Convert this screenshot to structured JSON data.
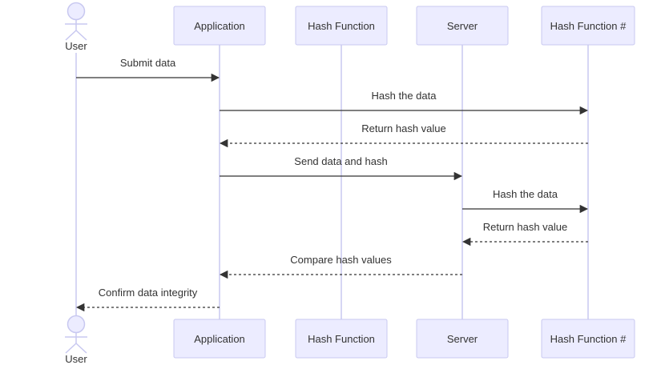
{
  "actor": {
    "id": "user",
    "label": "User"
  },
  "participants": [
    {
      "id": "app",
      "label": "Application"
    },
    {
      "id": "hashfn",
      "label": "Hash Function"
    },
    {
      "id": "server",
      "label": "Server"
    },
    {
      "id": "hashfn2",
      "label": "Hash Function #"
    }
  ],
  "messages": [
    {
      "from": "user",
      "to": "app",
      "label": "Submit data",
      "style": "solid"
    },
    {
      "from": "app",
      "to": "hashfn2",
      "label": "Hash the data",
      "style": "solid"
    },
    {
      "from": "hashfn2",
      "to": "app",
      "label": "Return hash value",
      "style": "dashed"
    },
    {
      "from": "app",
      "to": "server",
      "label": "Send data and hash",
      "style": "solid"
    },
    {
      "from": "server",
      "to": "hashfn2",
      "label": "Hash the data",
      "style": "solid"
    },
    {
      "from": "hashfn2",
      "to": "server",
      "label": "Return hash value",
      "style": "dashed"
    },
    {
      "from": "server",
      "to": "app",
      "label": "Compare hash values",
      "style": "dashed"
    },
    {
      "from": "app",
      "to": "user",
      "label": "Confirm data integrity",
      "style": "dashed"
    }
  ],
  "colors": {
    "participant_fill": "#ececff",
    "participant_stroke": "#c8c8f0",
    "lifeline": "#c8c8f0",
    "message": "#333333"
  }
}
